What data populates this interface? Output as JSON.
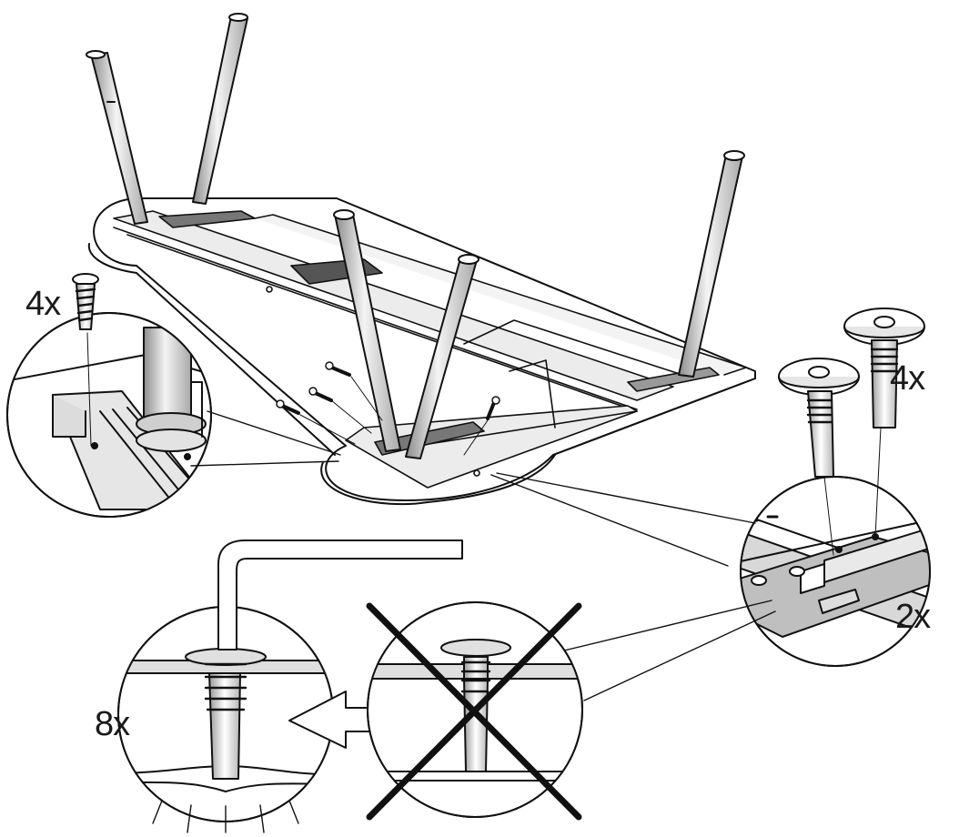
{
  "labels": {
    "screw_count": "4x",
    "bolt_count": "4x",
    "bracket_count": "2x",
    "allen_count": "8x"
  },
  "colors": {
    "stroke": "#111111",
    "fill": "#ffffff",
    "shade": "#d9d9d9",
    "dark_shade": "#9a9a9a"
  }
}
